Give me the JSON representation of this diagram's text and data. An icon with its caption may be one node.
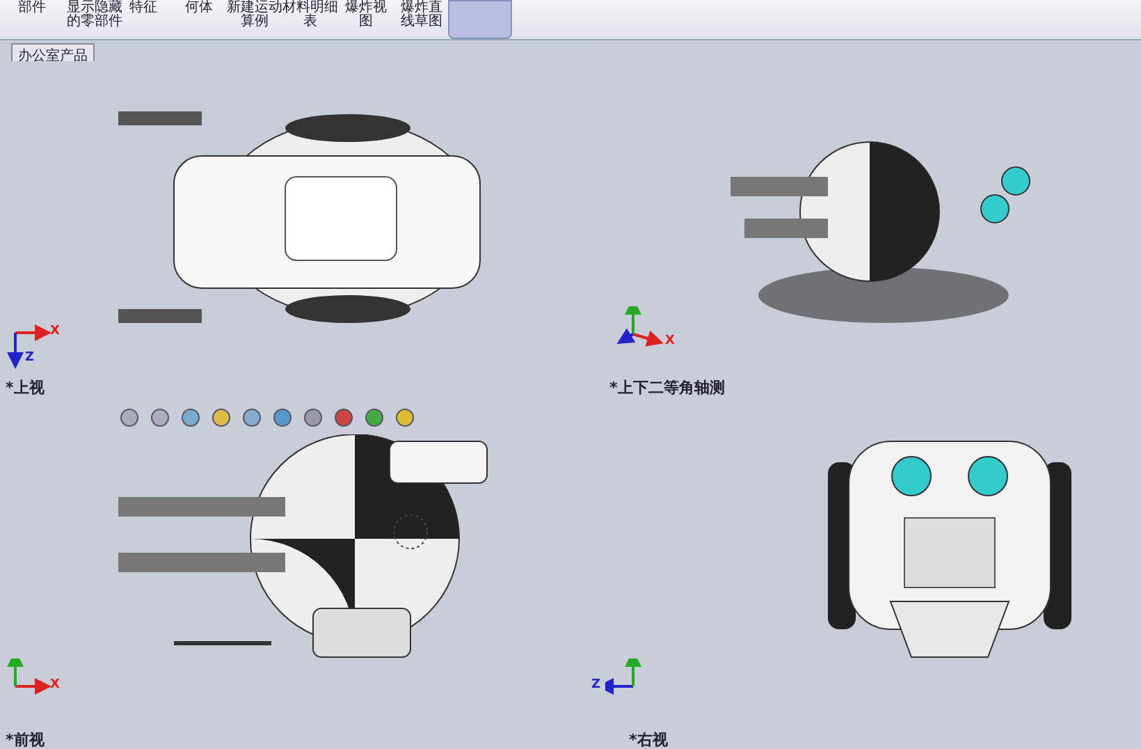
{
  "diagram": {
    "labels": [
      "部件",
      "显示隐藏的零部件",
      "特征",
      "何体",
      "新建运动算例",
      "材料明细表",
      "爆炸视图",
      "爆炸直线草图",
      "办公室产品",
      "X",
      "Z",
      "*上视",
      "X",
      "*上下二等角轴测",
      "X",
      "*前视",
      "Z",
      "*右视"
    ]
  }
}
